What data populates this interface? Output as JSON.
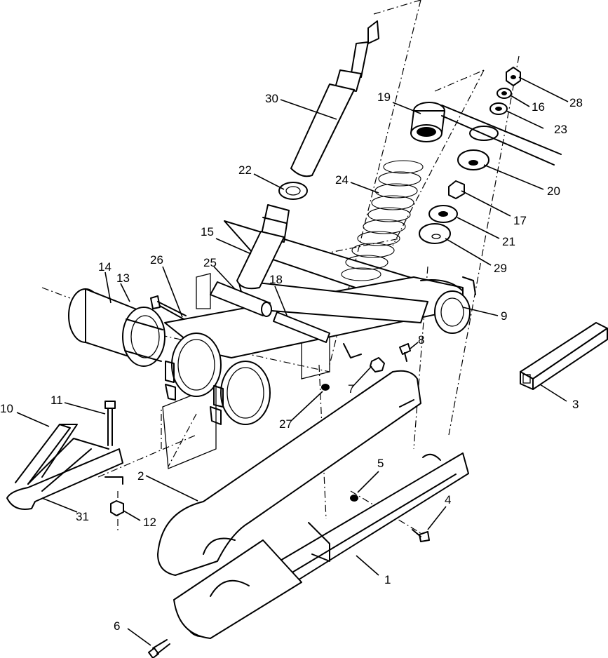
{
  "callouts": [
    {
      "id": "c1",
      "label": "1"
    },
    {
      "id": "c2",
      "label": "2"
    },
    {
      "id": "c3",
      "label": "3"
    },
    {
      "id": "c4",
      "label": "4"
    },
    {
      "id": "c5",
      "label": "5"
    },
    {
      "id": "c6",
      "label": "6"
    },
    {
      "id": "c7",
      "label": "7"
    },
    {
      "id": "c8",
      "label": "8"
    },
    {
      "id": "c9",
      "label": "9"
    },
    {
      "id": "c10",
      "label": "10"
    },
    {
      "id": "c11",
      "label": "11"
    },
    {
      "id": "c12",
      "label": "12"
    },
    {
      "id": "c13",
      "label": "13"
    },
    {
      "id": "c14",
      "label": "14"
    },
    {
      "id": "c15",
      "label": "15"
    },
    {
      "id": "c16",
      "label": "16"
    },
    {
      "id": "c17",
      "label": "17"
    },
    {
      "id": "c18",
      "label": "18"
    },
    {
      "id": "c19",
      "label": "19"
    },
    {
      "id": "c20",
      "label": "20"
    },
    {
      "id": "c21",
      "label": "21"
    },
    {
      "id": "c22",
      "label": "22"
    },
    {
      "id": "c23",
      "label": "23"
    },
    {
      "id": "c24",
      "label": "24"
    },
    {
      "id": "c25",
      "label": "25"
    },
    {
      "id": "c26",
      "label": "26"
    },
    {
      "id": "c27",
      "label": "27"
    },
    {
      "id": "c28",
      "label": "28"
    },
    {
      "id": "c29",
      "label": "29"
    },
    {
      "id": "c30",
      "label": "30"
    },
    {
      "id": "c31",
      "label": "31"
    }
  ]
}
